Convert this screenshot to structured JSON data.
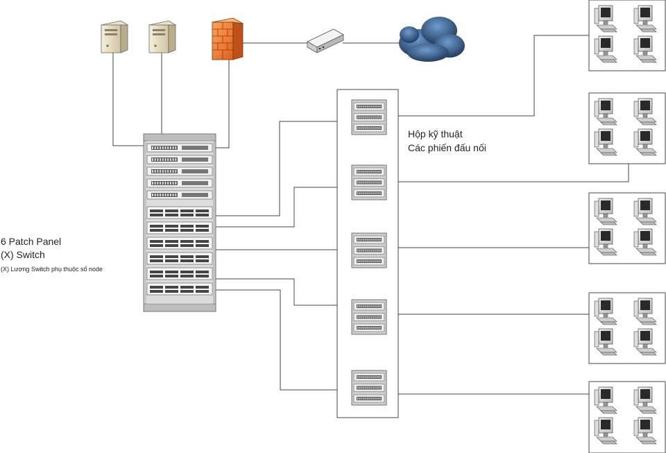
{
  "labels": {
    "closet_line1": "Hộp kỹ thuật",
    "closet_line2": "Các phiến đấu nối",
    "rack_line1": "6 Patch Panel",
    "rack_line2": "(X) Switch",
    "rack_note": "(X) Lượng Switch phụ thuộc số node"
  },
  "devices": {
    "servers": 2,
    "firewall": 1,
    "router": 1,
    "internet_cloud": 1,
    "rack_switches": 5,
    "rack_patch_panels": 6,
    "closet_panel_groups": 5,
    "panels_per_group": 3,
    "workstation_groups": 5,
    "workstations_per_group": 4
  },
  "icons": {
    "server": "server-tower-icon",
    "firewall": "firewall-brick-icon",
    "router": "router-box-icon",
    "cloud": "internet-cloud-icon",
    "workstation": "desktop-computer-icon",
    "rack": "network-rack-icon",
    "patch_panel": "patch-panel-icon"
  },
  "colors": {
    "wire": "#444444",
    "firewall": "#f07a2a",
    "cloud": "#3a5f8a",
    "rack": "#e8e8e8",
    "server": "#efe7cf"
  }
}
